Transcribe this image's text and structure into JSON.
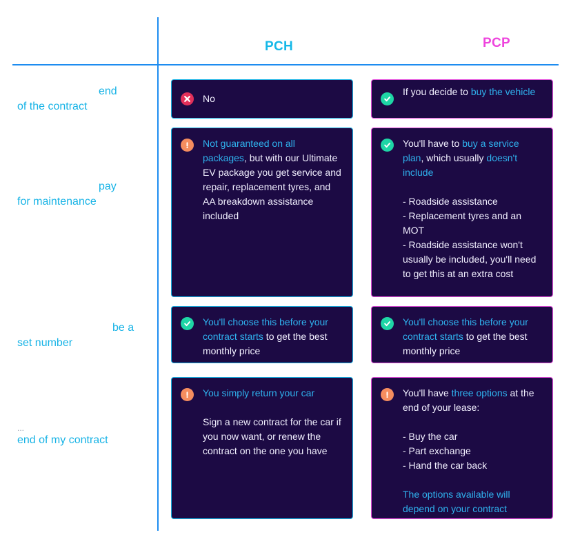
{
  "columns": {
    "pch": "PCH",
    "pcp": "PCP"
  },
  "rows": [
    {
      "label_pre": "end",
      "label_main": "of the contract",
      "pch": {
        "status": "cross-icon",
        "text": "No"
      },
      "pcp": {
        "status": "check-icon",
        "text_before": "If you decide to ",
        "link": "buy the vehicle"
      }
    },
    {
      "label_pre": "pay",
      "label_main": "for maintenance",
      "pch": {
        "status": "warning-icon",
        "link": "Not guaranteed on all packages",
        "text_after": ", but with our Ultimate EV package you get service and repair, replacement tyres, and AA breakdown assistance included"
      },
      "pcp": {
        "status": "check-icon",
        "text_before": "You'll have to ",
        "link": "buy a service plan",
        "text_mid": ", which usually ",
        "link2": "doesn't include",
        "list": [
          "- Roadside assistance",
          "- Replacement tyres and an MOT",
          "- Roadside assistance won't usually be included, you'll need to get this at an extra cost"
        ]
      }
    },
    {
      "label_pre": "be a",
      "label_main": "set number",
      "pch": {
        "status": "check-icon",
        "link": "You'll choose this before your contract starts",
        "text_after": " to get the best monthly price"
      },
      "pcp": {
        "status": "check-icon",
        "link": "You'll choose this before your contract starts",
        "text_after": " to get the best monthly price"
      }
    },
    {
      "label_pre": "...",
      "label_main": "end of my contract",
      "pch": {
        "status": "warning-icon",
        "link": "You simply return your car",
        "body": "Sign a new contract for the car if you now want, or renew the contract on the one you have"
      },
      "pcp": {
        "status": "warning-icon",
        "text_before": "You'll have ",
        "link": "three options",
        "text_after": " at the end of your lease:",
        "list": [
          "- Buy the car",
          "- Part exchange",
          "- Hand the car back"
        ],
        "footer": "The options available will depend on your contract"
      }
    }
  ]
}
